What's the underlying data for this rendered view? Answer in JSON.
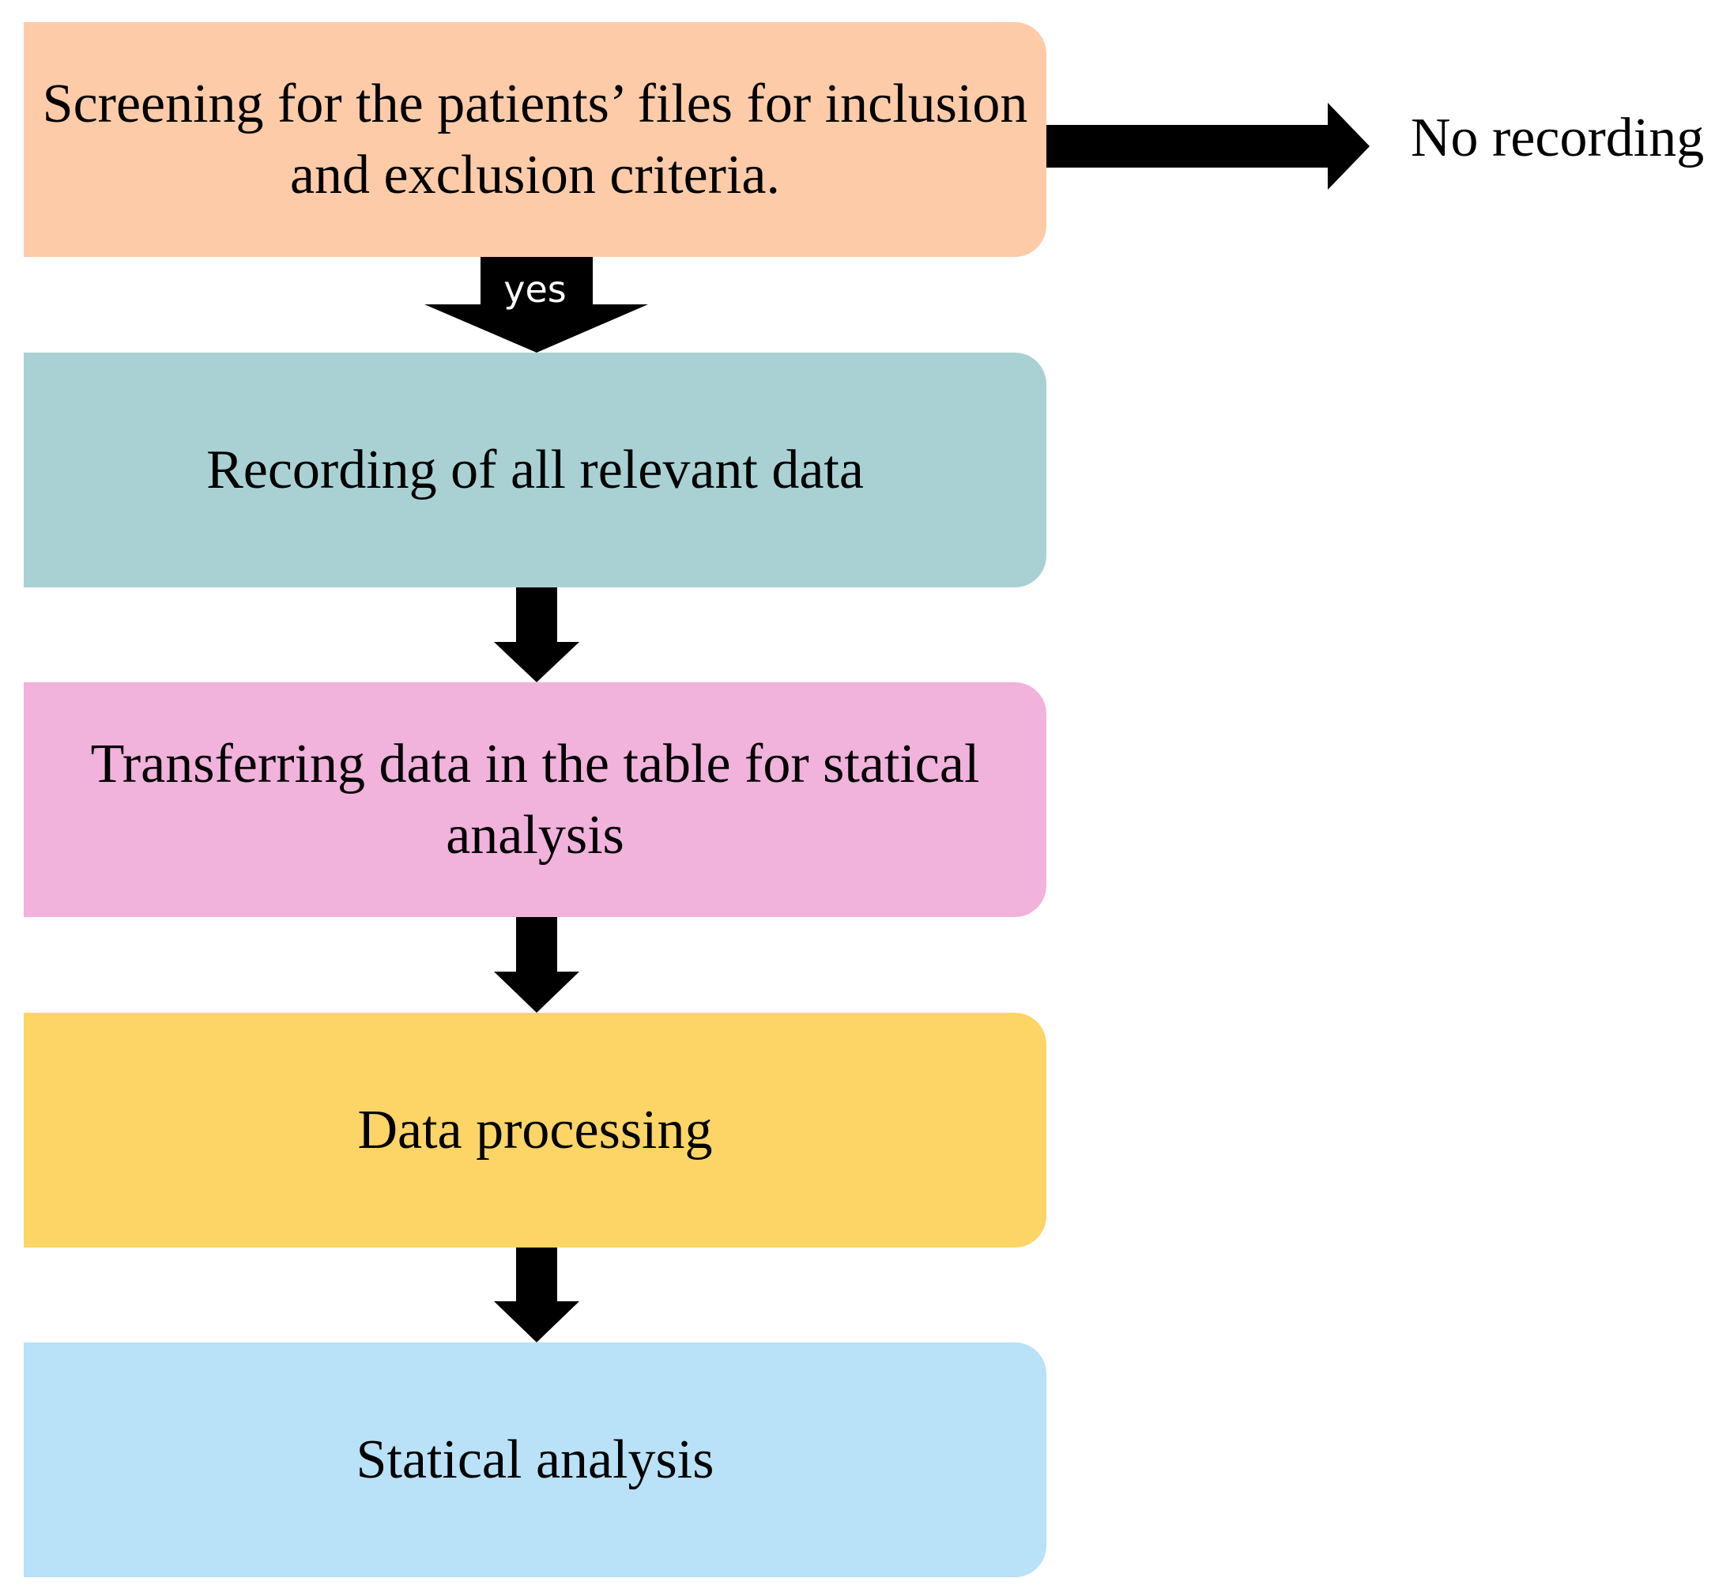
{
  "colors": {
    "screening": "#fdcba8",
    "recording": "#a9d1d3",
    "transferring": "#f1b2dc",
    "processing": "#fcd566",
    "analysis": "#b9e1f7",
    "arrow": "#000000"
  },
  "steps": [
    {
      "text": "Screening for the patients’ files for inclusion and exclusion criteria."
    },
    {
      "text": "Recording of all relevant data"
    },
    {
      "text": "Transferring data in the table for statical analysis"
    },
    {
      "text": "Data processing"
    },
    {
      "text": "Statical analysis"
    }
  ],
  "connectors": {
    "yes_label": "yes",
    "no_label": "No recording"
  }
}
